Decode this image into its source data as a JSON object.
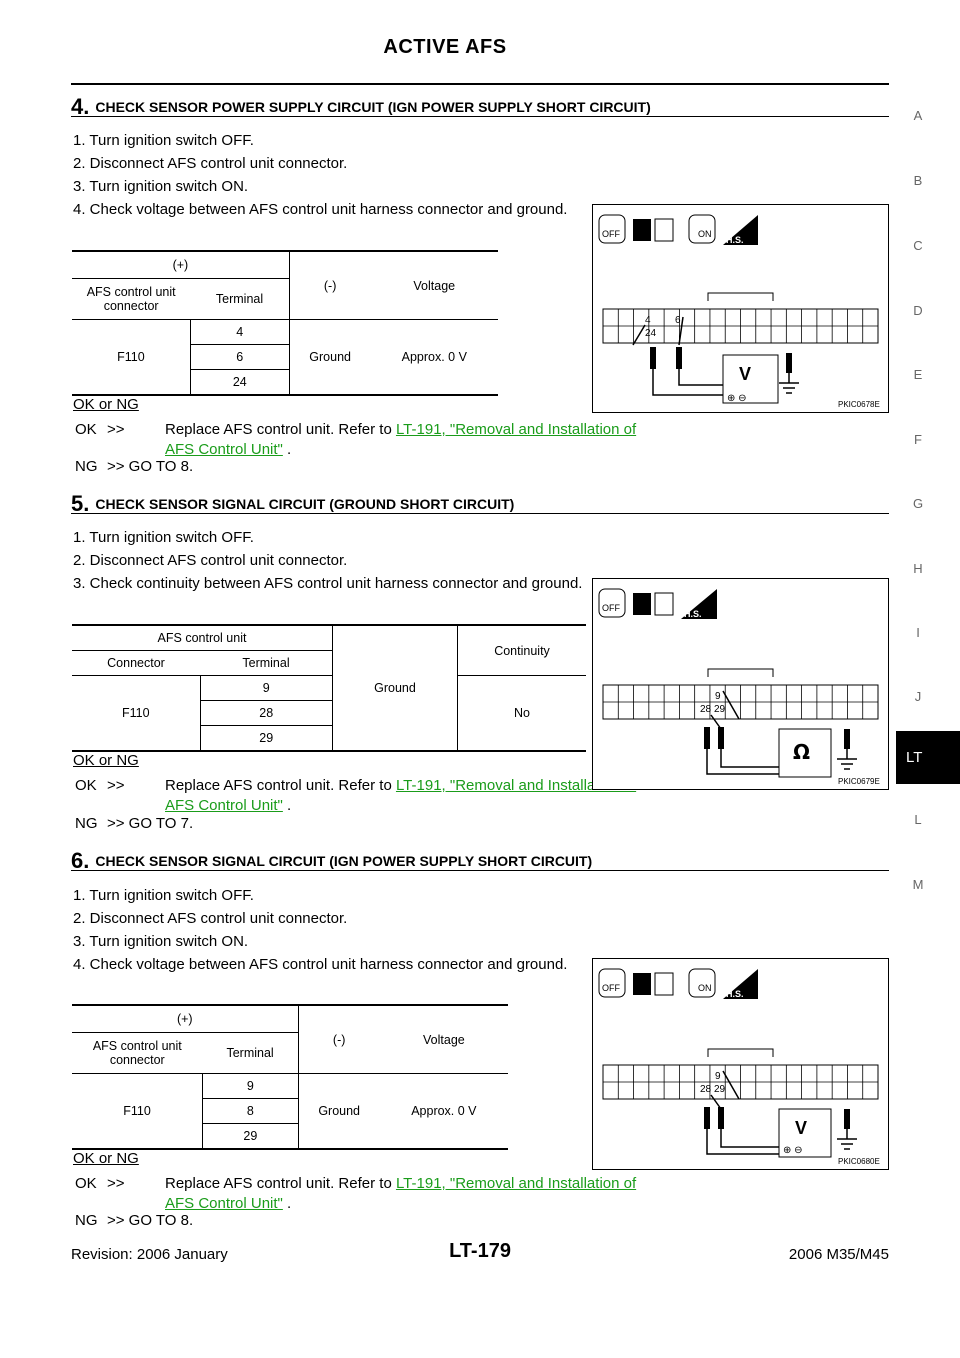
{
  "header": {
    "title": "ACTIVE AFS"
  },
  "side_index": [
    "A",
    "B",
    "C",
    "D",
    "E",
    "F",
    "G",
    "H",
    "I",
    "J",
    "LT",
    "L",
    "M"
  ],
  "step4": {
    "num": "4.",
    "title": "CHECK SENSOR POWER SUPPLY CIRCUIT (IGN POWER SUPPLY SHORT CIRCUIT)",
    "items": [
      "1.  Turn ignition switch OFF.",
      "2.  Disconnect AFS control unit connector.",
      "3.  Turn ignition switch ON.",
      "4.  Check voltage between AFS control unit harness connector and ground."
    ],
    "table": {
      "plus": "(+)",
      "minus": "(-)",
      "voltage": "Voltage",
      "col_connector": "AFS control unit connector",
      "col_terminal": "Terminal",
      "connector": "F110",
      "terminals": [
        "4",
        "6",
        "24"
      ],
      "ground": "Ground",
      "value": "Approx. 0 V"
    },
    "ok_ng": "OK or NG",
    "ok_key": "OK",
    "ok_arrow": ">>",
    "ok_text": "Replace AFS control unit. Refer to ",
    "ok_link": "LT-191, \"Removal and Installation of AFS Control Unit\"",
    "ok_end": " .",
    "ng_key": "NG",
    "ng_text": ">> GO TO 8.",
    "figure": {
      "code": "PKIC0678E",
      "pins": [
        "4",
        "6",
        "24"
      ],
      "meter": "V",
      "switch_off": "OFF",
      "switch_on": "ON",
      "hs": "H.S."
    }
  },
  "step5": {
    "num": "5.",
    "title": "CHECK SENSOR SIGNAL CIRCUIT (GROUND SHORT CIRCUIT)",
    "items": [
      "1.  Turn ignition switch OFF.",
      "2.  Disconnect AFS control unit connector.",
      "3.  Check continuity between AFS control unit harness connector and ground."
    ],
    "table": {
      "unit": "AFS control unit",
      "col_connector": "Connector",
      "col_terminal": "Terminal",
      "ground": "Ground",
      "continuity": "Continuity",
      "connector": "F110",
      "terminals": [
        "9",
        "28",
        "29"
      ],
      "value": "No"
    },
    "ok_ng": "OK or NG",
    "ok_key": "OK",
    "ok_arrow": ">>",
    "ok_text": "Replace AFS control unit. Refer to ",
    "ok_link": "LT-191, \"Removal and Installation of AFS Control Unit\"",
    "ok_end": " .",
    "ng_key": "NG",
    "ng_text": ">> GO TO 7.",
    "figure": {
      "code": "PKIC0679E",
      "pins": [
        "9",
        "28",
        "29"
      ],
      "meter": "Ω",
      "switch_off": "OFF",
      "hs": "H.S."
    }
  },
  "step6": {
    "num": "6.",
    "title": "CHECK SENSOR SIGNAL CIRCUIT (IGN POWER SUPPLY SHORT CIRCUIT)",
    "items": [
      "1.  Turn ignition switch OFF.",
      "2.  Disconnect AFS control unit connector.",
      "3.  Turn ignition switch ON.",
      "4.  Check voltage between AFS control unit harness connector and ground."
    ],
    "table": {
      "plus": "(+)",
      "minus": "(-)",
      "voltage": "Voltage",
      "col_connector": "AFS control unit connector",
      "col_terminal": "Terminal",
      "connector": "F110",
      "terminals": [
        "9",
        "8",
        "29"
      ],
      "ground": "Ground",
      "value": "Approx. 0 V"
    },
    "ok_ng": "OK or NG",
    "ok_key": "OK",
    "ok_arrow": ">>",
    "ok_text": "Replace AFS control unit. Refer to ",
    "ok_link": "LT-191, \"Removal and Installation of AFS Control Unit\"",
    "ok_end": " .",
    "ng_key": "NG",
    "ng_text": ">> GO TO 8.",
    "figure": {
      "code": "PKIC0680E",
      "pins": [
        "9",
        "28",
        "29"
      ],
      "meter": "V",
      "switch_off": "OFF",
      "switch_on": "ON",
      "hs": "H.S."
    }
  },
  "footer": {
    "revision": "Revision: 2006 January",
    "page": "LT-179",
    "model": "2006 M35/M45"
  }
}
